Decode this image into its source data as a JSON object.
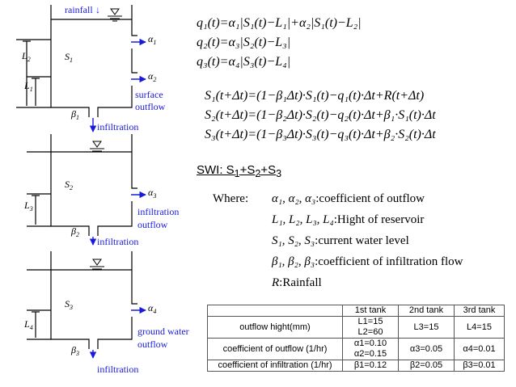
{
  "diagram": {
    "rainfall_label": "rainfall",
    "tank1": {
      "level_label": "S",
      "level_sub": "1",
      "height_labels": [
        {
          "main": "L",
          "sub": "2"
        },
        {
          "main": "L",
          "sub": "1"
        }
      ],
      "outflow_labels": [
        {
          "main": "α",
          "sub": "1"
        },
        {
          "main": "α",
          "sub": "2"
        }
      ],
      "beta_label": {
        "main": "β",
        "sub": "1"
      },
      "surface_outflow": [
        "surface",
        "outflow"
      ],
      "infiltration": "infiltration"
    },
    "tank2": {
      "level_label": "S",
      "level_sub": "2",
      "height_labels": [
        {
          "main": "L",
          "sub": "3"
        }
      ],
      "outflow_labels": [
        {
          "main": "α",
          "sub": "3"
        }
      ],
      "beta_label": {
        "main": "β",
        "sub": "2"
      },
      "outflow_text": [
        "infiltration",
        "outflow"
      ],
      "infiltration": "infiltration"
    },
    "tank3": {
      "level_label": "S",
      "level_sub": "3",
      "height_labels": [
        {
          "main": "L",
          "sub": "4"
        }
      ],
      "outflow_labels": [
        {
          "main": "α",
          "sub": "4"
        }
      ],
      "beta_label": {
        "main": "β",
        "sub": "3"
      },
      "outflow_text": [
        "ground water",
        "outflow"
      ],
      "infiltration": "infiltration"
    },
    "colors": {
      "lines": "#000000",
      "labels": "#1a1adc"
    }
  },
  "equations": {
    "q": [
      "q₁(t)=α₁|S₁(t)−L₁|+α₂|S₁(t)−L₂|",
      "q₂(t)=α₃|S₂(t)−L₃|",
      "q₃(t)=α₄|S₃(t)−L₄|"
    ],
    "s": [
      "S₁(t+Δt)=(1−β₁Δt)·S₁(t)−q₁(t)·Δt+R(t+Δt)",
      "S₂(t+Δt)=(1−β₂Δt)·S₂(t)−q₂(t)·Δt+β₁·S₁(t)·Δt",
      "S₃(t+Δt)=(1−β₃Δt)·S₃(t)−q₃(t)·Δt+β₂·S₂(t)·Δt"
    ]
  },
  "swi": {
    "prefix": "SWI: S",
    "s1": "1",
    "plus1": "+S",
    "s2": "2",
    "plus2": "+S",
    "s3": "3"
  },
  "where": {
    "heading": "Where:",
    "rows": [
      {
        "symbols": "α₁, α₂, α₃",
        "text": ":coefficient of outflow"
      },
      {
        "symbols": "L₁, L₂, L₃, L₄",
        "text": ":Hight of reservoir"
      },
      {
        "symbols": "S₁, S₂, S₃",
        "text": ":current water level"
      },
      {
        "symbols": "β₁, β₂, β₃",
        "text": ":coefficient of infiltration flow"
      },
      {
        "symbols": "R",
        "text": ":Rainfall"
      }
    ]
  },
  "table": {
    "headers": [
      "",
      "1st tank",
      "2nd tank",
      "3rd tank"
    ],
    "rows": [
      {
        "label": "outflow hight(mm)",
        "c1": [
          "L1=15",
          "L2=60"
        ],
        "c2": [
          "L3=15"
        ],
        "c3": [
          "L4=15"
        ]
      },
      {
        "label": "coefficient of outflow (1/hr)",
        "c1": [
          "α1=0.10",
          "α2=0.15"
        ],
        "c2": [
          "α3=0.05"
        ],
        "c3": [
          "α4=0.01"
        ]
      },
      {
        "label": "coefficient of infiltration (1/hr)",
        "c1": [
          "β1=0.12"
        ],
        "c2": [
          "β2=0.05"
        ],
        "c3": [
          "β3=0.01"
        ]
      }
    ]
  }
}
